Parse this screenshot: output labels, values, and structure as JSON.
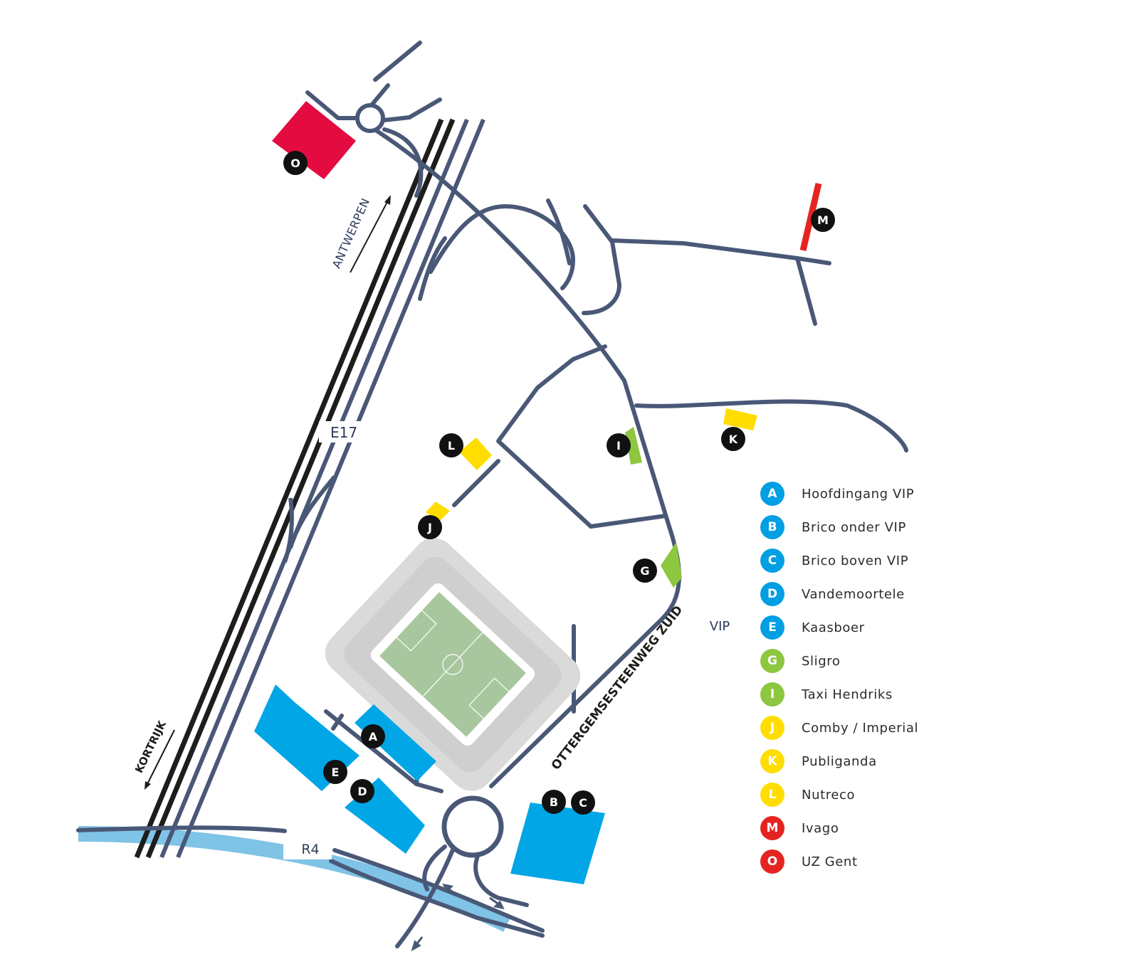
{
  "labels": {
    "highway": "E17",
    "ring": "R4",
    "north": "ANTWERPEN",
    "south": "KORTRIJK",
    "street": "OTTERGEMSESTEENWEG ZUID",
    "vip": "VIP"
  },
  "markers": [
    {
      "letter": "O"
    },
    {
      "letter": "M"
    },
    {
      "letter": "L"
    },
    {
      "letter": "J"
    },
    {
      "letter": "I"
    },
    {
      "letter": "K"
    },
    {
      "letter": "G"
    },
    {
      "letter": "A"
    },
    {
      "letter": "E"
    },
    {
      "letter": "D"
    },
    {
      "letter": "B"
    },
    {
      "letter": "C"
    }
  ],
  "legend": [
    {
      "letter": "A",
      "label": "Hoofdingang VIP",
      "color": "#009fe3"
    },
    {
      "letter": "B",
      "label": "Brico onder VIP",
      "color": "#009fe3"
    },
    {
      "letter": "C",
      "label": "Brico boven VIP",
      "color": "#009fe3"
    },
    {
      "letter": "D",
      "label": "Vandemoortele",
      "color": "#009fe3"
    },
    {
      "letter": "E",
      "label": "Kaasboer",
      "color": "#009fe3"
    },
    {
      "letter": "G",
      "label": "Sligro",
      "color": "#8dc63f"
    },
    {
      "letter": "I",
      "label": "Taxi Hendriks",
      "color": "#8dc63f"
    },
    {
      "letter": "J",
      "label": "Comby / Imperial",
      "color": "#ffdd00"
    },
    {
      "letter": "K",
      "label": "Publiganda",
      "color": "#ffdd00"
    },
    {
      "letter": "L",
      "label": "Nutreco",
      "color": "#ffdd00"
    },
    {
      "letter": "M",
      "label": "Ivago",
      "color": "#e52421"
    },
    {
      "letter": "O",
      "label": "UZ Gent",
      "color": "#e52421"
    }
  ],
  "colors": {
    "road": "#4a5877",
    "railway": "#1d1d1b",
    "water": "#7fc3e6",
    "blue_parking": "#00a6e6",
    "green_parking": "#8dc63f",
    "yellow_parking": "#ffdd00",
    "red_parking": "#e30b40",
    "ivago_red": "#e52421",
    "marker": "#111111"
  }
}
